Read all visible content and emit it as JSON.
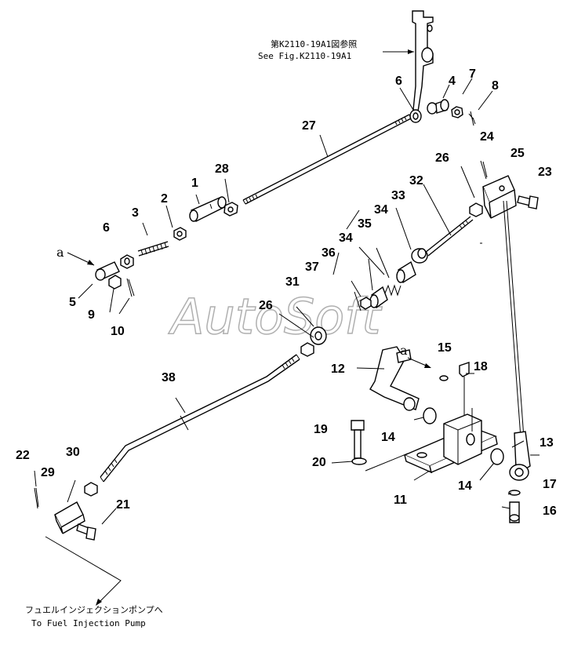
{
  "top_reference": {
    "jp": "第K2110-19A1図参照",
    "en": "See Fig.K2110-19A1"
  },
  "bottom_reference": {
    "jp": "フュエルインジェクションポンプへ",
    "en": "To Fuel Injection Pump"
  },
  "watermark": "AutoSoft",
  "view_markers": {
    "left": "a",
    "center": "a"
  },
  "part_numbers": [
    "1",
    "2",
    "3",
    "4",
    "5",
    "6",
    "6",
    "7",
    "8",
    "9",
    "10",
    "11",
    "12",
    "13",
    "14",
    "14",
    "15",
    "16",
    "17",
    "18",
    "19",
    "20",
    "21",
    "22",
    "23",
    "24",
    "25",
    "26",
    "26",
    "27",
    "28",
    "29",
    "30",
    "31",
    "32",
    "33",
    "34",
    "34",
    "35",
    "36",
    "37",
    "38"
  ]
}
